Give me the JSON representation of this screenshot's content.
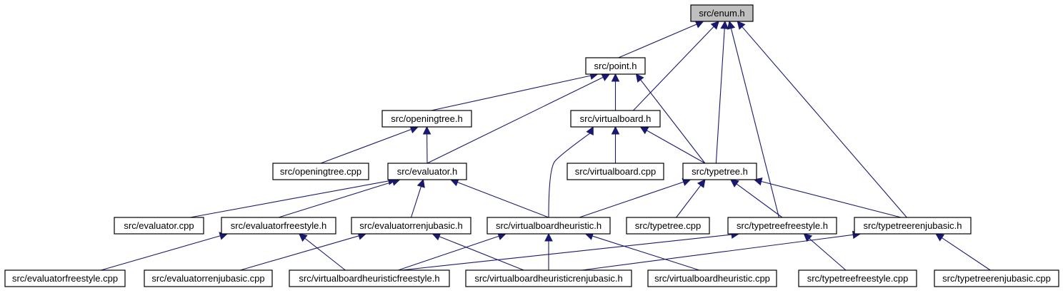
{
  "graph": {
    "root": "enum",
    "colors": {
      "edge": "#191970",
      "root_fill": "#bfbfbf",
      "node_fill": "#ffffff",
      "border": "#000000"
    },
    "nodes": [
      {
        "id": "enum",
        "label": "src/enum.h"
      },
      {
        "id": "point",
        "label": "src/point.h"
      },
      {
        "id": "openingtree_h",
        "label": "src/openingtree.h"
      },
      {
        "id": "virtualboard_h",
        "label": "src/virtualboard.h"
      },
      {
        "id": "openingtree_cpp",
        "label": "src/openingtree.cpp"
      },
      {
        "id": "evaluator_h",
        "label": "src/evaluator.h"
      },
      {
        "id": "virtualboard_cpp",
        "label": "src/virtualboard.cpp"
      },
      {
        "id": "typetree_h",
        "label": "src/typetree.h"
      },
      {
        "id": "evaluator_cpp",
        "label": "src/evaluator.cpp"
      },
      {
        "id": "evaluatorfreestyle_h",
        "label": "src/evaluatorfreestyle.h"
      },
      {
        "id": "evaluatorrenjubasic_h",
        "label": "src/evaluatorrenjubasic.h"
      },
      {
        "id": "vbheuristic_h",
        "label": "src/virtualboardheuristic.h"
      },
      {
        "id": "typetree_cpp",
        "label": "src/typetree.cpp"
      },
      {
        "id": "typetreefreestyle_h",
        "label": "src/typetreefreestyle.h"
      },
      {
        "id": "typetreerenjubasic_h",
        "label": "src/typetreerenjubasic.h"
      },
      {
        "id": "evaluatorfreestyle_cpp",
        "label": "src/evaluatorfreestyle.cpp"
      },
      {
        "id": "evaluatorrenjubasic_cpp",
        "label": "src/evaluatorrenjubasic.cpp"
      },
      {
        "id": "vbhfreestyle_h",
        "label": "src/virtualboardheuristicfreestyle.h"
      },
      {
        "id": "vbhrenjubasic_h",
        "label": "src/virtualboardheuristicrenjubasic.h"
      },
      {
        "id": "vbheuristic_cpp",
        "label": "src/virtualboardheuristic.cpp"
      },
      {
        "id": "typetreefreestyle_cpp",
        "label": "src/typetreefreestyle.cpp"
      },
      {
        "id": "typetreerenjubasic_cpp",
        "label": "src/typetreerenjubasic.cpp"
      }
    ],
    "edges": [
      [
        "point",
        "enum"
      ],
      [
        "virtualboard_h",
        "enum"
      ],
      [
        "typetree_h",
        "enum"
      ],
      [
        "typetreefreestyle_h",
        "enum"
      ],
      [
        "typetreerenjubasic_h",
        "enum"
      ],
      [
        "openingtree_h",
        "point"
      ],
      [
        "virtualboard_h",
        "point"
      ],
      [
        "evaluator_h",
        "point"
      ],
      [
        "typetree_h",
        "point"
      ],
      [
        "openingtree_cpp",
        "openingtree_h"
      ],
      [
        "evaluator_h",
        "openingtree_h"
      ],
      [
        "virtualboard_cpp",
        "virtualboard_h"
      ],
      [
        "typetree_h",
        "virtualboard_h"
      ],
      [
        "vbheuristic_h",
        "virtualboard_h"
      ],
      [
        "evaluator_cpp",
        "evaluator_h"
      ],
      [
        "evaluatorfreestyle_h",
        "evaluator_h"
      ],
      [
        "evaluatorrenjubasic_h",
        "evaluator_h"
      ],
      [
        "vbheuristic_h",
        "evaluator_h"
      ],
      [
        "vbheuristic_h",
        "typetree_h"
      ],
      [
        "typetree_cpp",
        "typetree_h"
      ],
      [
        "typetreefreestyle_h",
        "typetree_h"
      ],
      [
        "typetreerenjubasic_h",
        "typetree_h"
      ],
      [
        "evaluatorfreestyle_cpp",
        "evaluatorfreestyle_h"
      ],
      [
        "vbhfreestyle_h",
        "evaluatorfreestyle_h"
      ],
      [
        "evaluatorrenjubasic_cpp",
        "evaluatorrenjubasic_h"
      ],
      [
        "vbhrenjubasic_h",
        "evaluatorrenjubasic_h"
      ],
      [
        "vbhfreestyle_h",
        "vbheuristic_h"
      ],
      [
        "vbhrenjubasic_h",
        "vbheuristic_h"
      ],
      [
        "vbheuristic_cpp",
        "vbheuristic_h"
      ],
      [
        "vbhfreestyle_h",
        "typetreefreestyle_h"
      ],
      [
        "typetreefreestyle_cpp",
        "typetreefreestyle_h"
      ],
      [
        "vbhrenjubasic_h",
        "typetreerenjubasic_h"
      ],
      [
        "typetreerenjubasic_cpp",
        "typetreerenjubasic_h"
      ]
    ]
  }
}
